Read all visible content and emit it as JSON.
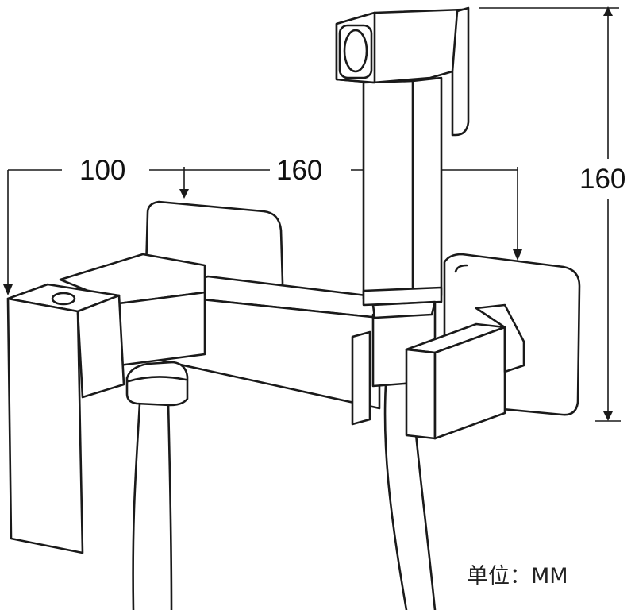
{
  "dimensions": {
    "left_width": "100",
    "center_width": "160",
    "right_height": "160"
  },
  "unit_label": "单位：MM"
}
